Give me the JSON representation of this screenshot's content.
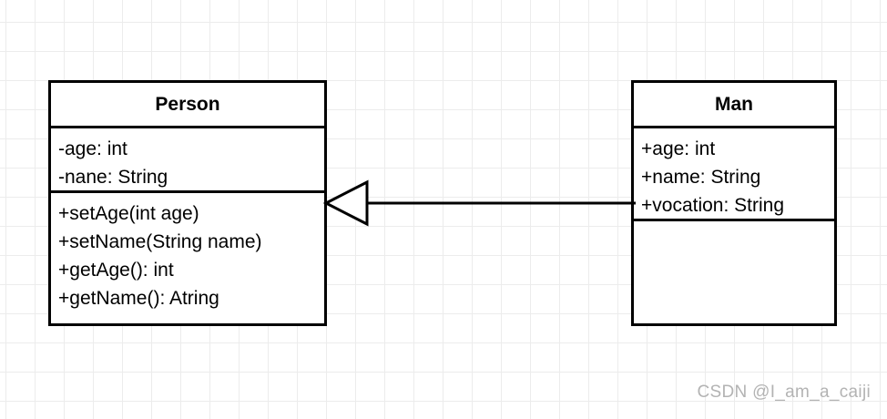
{
  "diagram": {
    "type": "uml-class-diagram",
    "background": {
      "color": "#ffffff",
      "grid_color": "#ececec",
      "grid_spacing": 32
    },
    "classes": [
      {
        "id": "person",
        "name": "Person",
        "attributes": [
          "-age: int",
          "-nane: String"
        ],
        "methods": [
          "+setAge(int age)",
          "+setName(String name)",
          "+getAge(): int",
          "+getName(): Atring"
        ]
      },
      {
        "id": "man",
        "name": "Man",
        "attributes": [
          "+age: int",
          "+name: String",
          "+vocation: String"
        ],
        "methods": []
      }
    ],
    "relationships": [
      {
        "id": "man-extends-person",
        "kind": "generalization",
        "label": "",
        "from": "Man",
        "to": "Person",
        "arrowhead": "hollow-triangle",
        "line": "solid",
        "stroke": "#000000"
      }
    ]
  },
  "watermark": {
    "text": "CSDN @I_am_a_caiji",
    "color": "#b3b3b3"
  }
}
